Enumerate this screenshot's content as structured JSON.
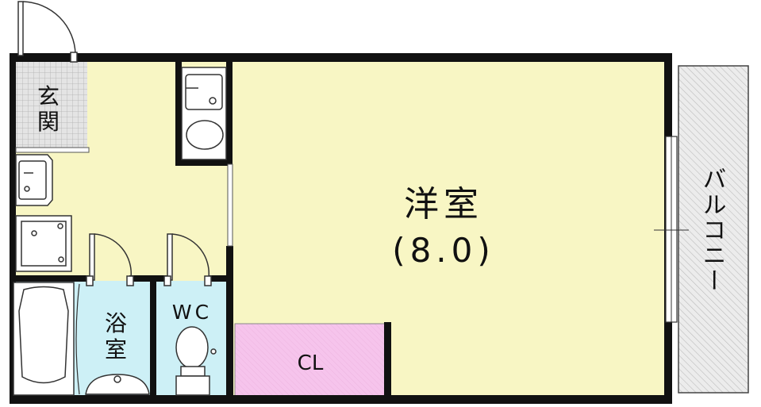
{
  "rooms": {
    "entrance": {
      "label_line1": "玄",
      "label_line2": "関"
    },
    "western_room": {
      "label": "洋室",
      "size": "(8.0)"
    },
    "bathroom": {
      "label_line1": "浴",
      "label_line2": "室"
    },
    "toilet": {
      "label": "WC"
    },
    "closet": {
      "label": "CL"
    },
    "balcony": {
      "label": "バルコニー"
    }
  },
  "colors": {
    "floor_yellow": "#f8f6c4",
    "wet_blue": "#cdf0f6",
    "closet_pink": "#f6c4ec",
    "wall": "#111111",
    "tile_gray": "#d8d8d8",
    "balcony_hatch": "#cfcfcf"
  }
}
